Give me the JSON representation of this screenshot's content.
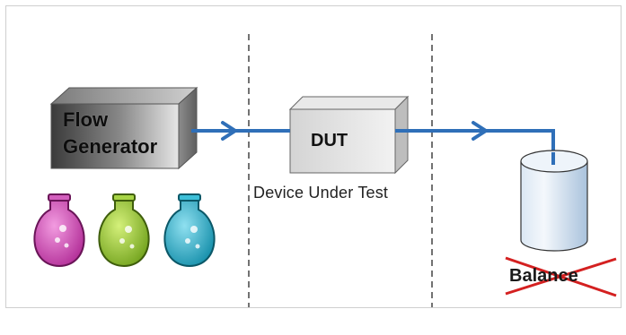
{
  "flow_generator": {
    "line1": "Flow",
    "line2": "Generator"
  },
  "dut": {
    "label": "DUT",
    "caption": "Device Under Test"
  },
  "balance": {
    "label": "Balance",
    "struck_out": true
  },
  "colors": {
    "arrow": "#2f6fb8",
    "strike": "#d42020",
    "flask_magenta": "#cc3fb0",
    "flask_green": "#8ec12a",
    "flask_cyan": "#1aa7c4",
    "cylinder": "#cfe0f0"
  },
  "icons": [
    "flask-magenta-icon",
    "flask-green-icon",
    "flask-cyan-icon",
    "cylinder-icon"
  ]
}
